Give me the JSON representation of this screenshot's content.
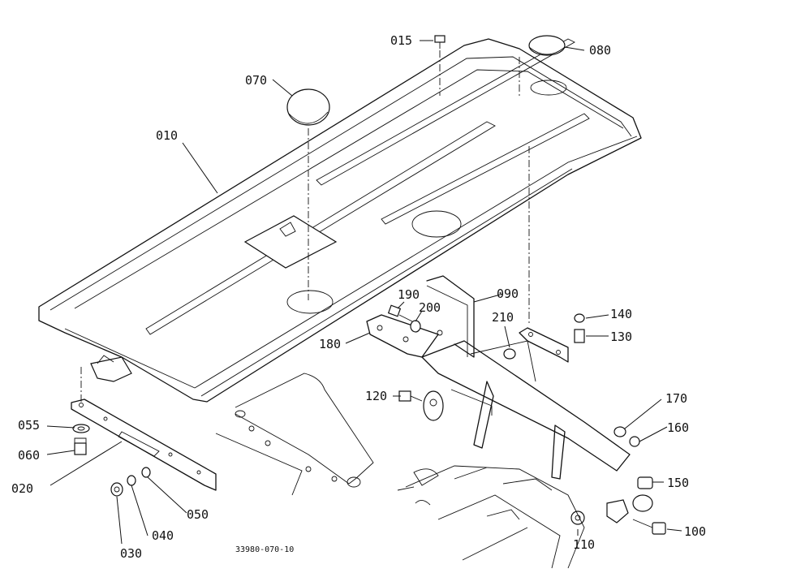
{
  "callouts": {
    "p010": "010",
    "p015": "015",
    "p020": "020",
    "p030": "030",
    "p040": "040",
    "p050": "050",
    "p055": "055",
    "p060": "060",
    "p070": "070",
    "p080": "080",
    "p090": "090",
    "p100": "100",
    "p110": "110",
    "p120": "120",
    "p130": "130",
    "p140": "140",
    "p150": "150",
    "p160": "160",
    "p170": "170",
    "p180": "180",
    "p190": "190",
    "p200": "200",
    "p210": "210"
  },
  "drawing_number": "33980-070-10",
  "colors": {
    "line": "#111111",
    "background": "#ffffff"
  }
}
